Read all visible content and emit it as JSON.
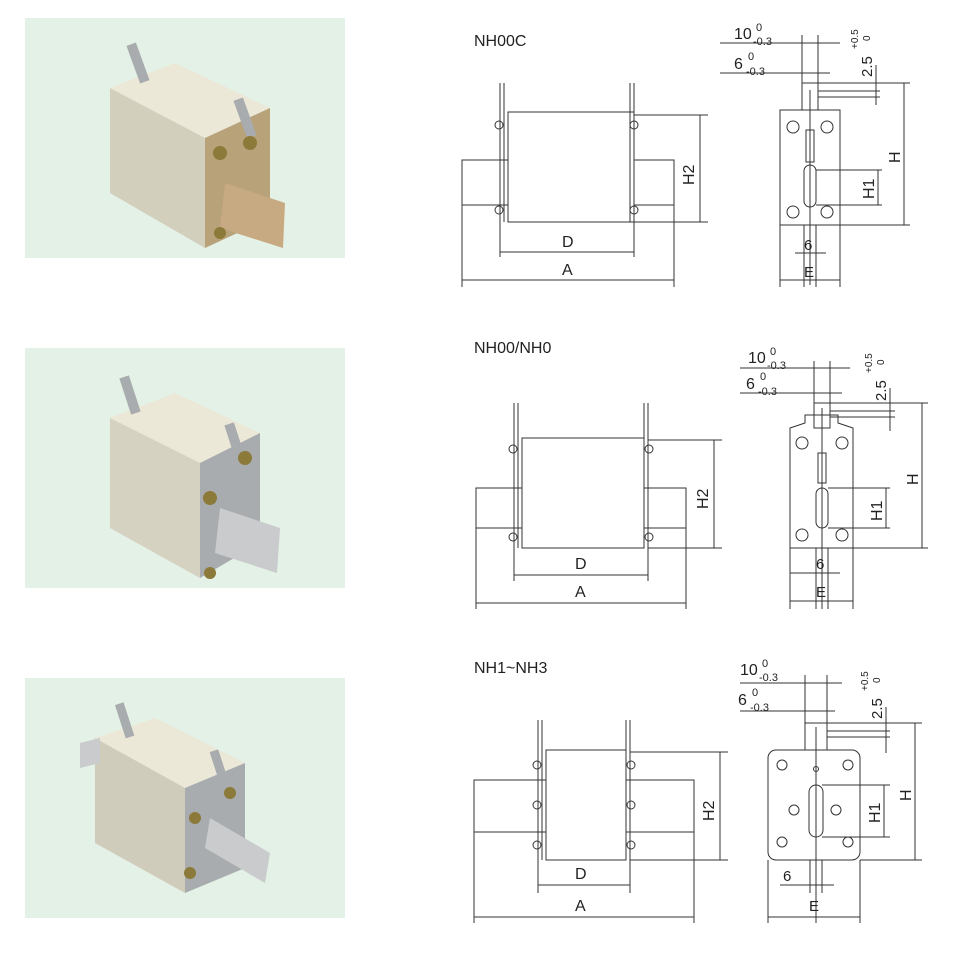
{
  "colors": {
    "photo_bg": "#e4f1e6",
    "fuse_body": "#d8d4c4",
    "brass": "#b8a27a",
    "steel": "#a8acae",
    "line": "#333333"
  },
  "rows": [
    {
      "model": "NH00C",
      "photo_icon": "fuse-nh00c-photo-icon"
    },
    {
      "model": "NH00/NH0",
      "photo_icon": "fuse-nh00-photo-icon"
    },
    {
      "model": "NH1~NH3",
      "photo_icon": "fuse-nh1-photo-icon"
    }
  ],
  "dims": {
    "d": "D",
    "a": "A",
    "h2": "H2",
    "h": "H",
    "h1": "H1",
    "e": "E",
    "six": "6",
    "tol_10": "10",
    "tol_10_sup": "0",
    "tol_10_sub": "-0.3",
    "tol_6": "6",
    "tol_6_sup": "0",
    "tol_6_sub": "-0.3",
    "tol_25": "2.5",
    "tol_25_sup": "+0.5",
    "tol_25_sub": "0"
  }
}
